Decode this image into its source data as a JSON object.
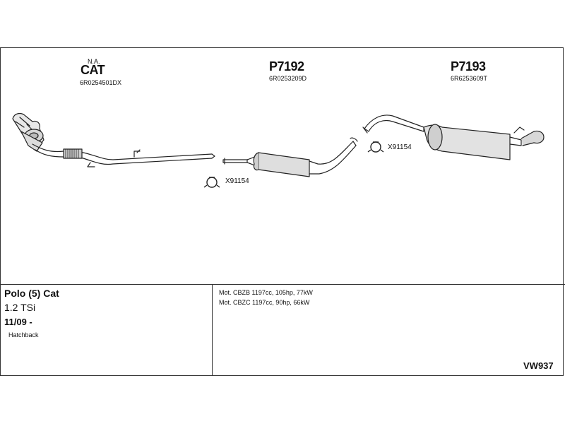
{
  "parts": [
    {
      "note": "N.A.",
      "name": "CAT",
      "number": "6R0254501DX"
    },
    {
      "name": "P7192",
      "number": "6R0253209D"
    },
    {
      "name": "P7193",
      "number": "6R6253609T"
    }
  ],
  "clamps": [
    {
      "label": "X91154"
    },
    {
      "label": "X91154"
    }
  ],
  "vehicle": {
    "model": "Polo (5) Cat",
    "engine": "1.2 TSi",
    "years": "11/09 -",
    "body": "Hatchback"
  },
  "motors": [
    "Mot. CBZB 1197cc, 105hp, 77kW",
    "Mot. CBZC 1197cc, 90hp, 66kW"
  ],
  "diagram_code": "VW937"
}
